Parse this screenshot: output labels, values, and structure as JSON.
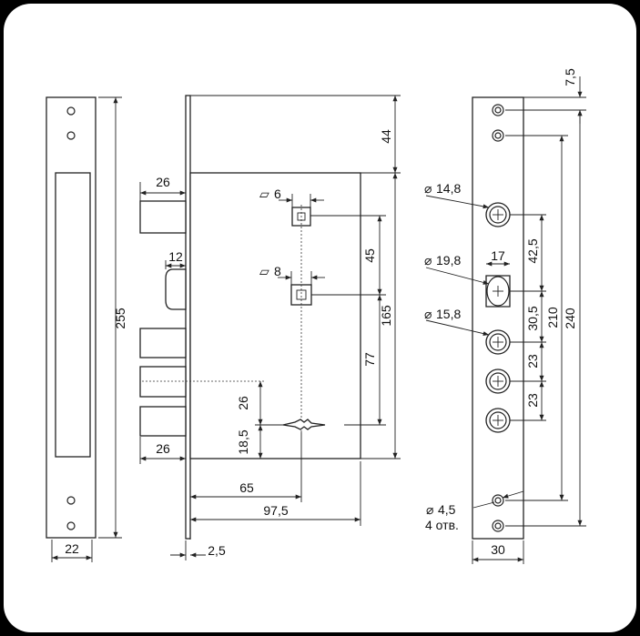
{
  "labels": {
    "d255": "255",
    "d22": "22",
    "d26a": "26",
    "d12": "12",
    "d26b": "26",
    "d26c": "26",
    "d18_5": "18,5",
    "d2_5": "2,5",
    "d65": "65",
    "d97_5": "97,5",
    "sq6": "6",
    "sq8": "8",
    "d44": "44",
    "d45": "45",
    "d77": "77",
    "d165": "165",
    "d7_5": "7,5",
    "dia14_8": "14,8",
    "dia19_8": "19,8",
    "d17": "17",
    "dia15_8": "15,8",
    "d42_5": "42,5",
    "d30_5": "30,5",
    "d23a": "23",
    "d23b": "23",
    "d210": "210",
    "d240": "240",
    "dia4_5": "4,5",
    "holes": "4 отв.",
    "d30": "30"
  },
  "symbols": {
    "diameter": "⌀",
    "square": "▱"
  }
}
